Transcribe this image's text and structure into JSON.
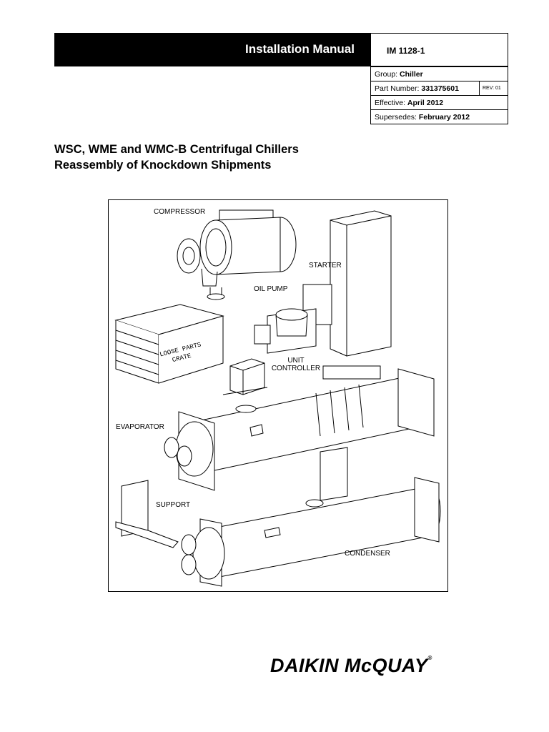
{
  "header": {
    "title": "Installation Manual",
    "doc_number": "IM 1128-1"
  },
  "meta": {
    "group_label": "Group:",
    "group_value": "Chiller",
    "part_label": "Part Number:",
    "part_value": "331375601",
    "rev": "REV: 01",
    "effective_label": "Effective:",
    "effective_value": "April 2012",
    "supersedes_label": "Supersedes:",
    "supersedes_value": "February 2012"
  },
  "document": {
    "title_line1": "WSC, WME and WMC-B Centrifugal Chillers",
    "title_line2": "Reassembly of Knockdown Shipments"
  },
  "figure": {
    "labels": {
      "compressor": "COMPRESSOR",
      "starter": "STARTER",
      "oil_pump": "OIL PUMP",
      "unit_controller_1": "UNIT",
      "unit_controller_2": "CONTROLLER",
      "evaporator": "EVAPORATOR",
      "support": "SUPPORT",
      "condenser": "CONDENSER",
      "crate_line1": "LOOSE PARTS",
      "crate_line2": "CRATE"
    }
  },
  "brand": {
    "name": "DAIKIN McQUAY",
    "registered": "®"
  }
}
